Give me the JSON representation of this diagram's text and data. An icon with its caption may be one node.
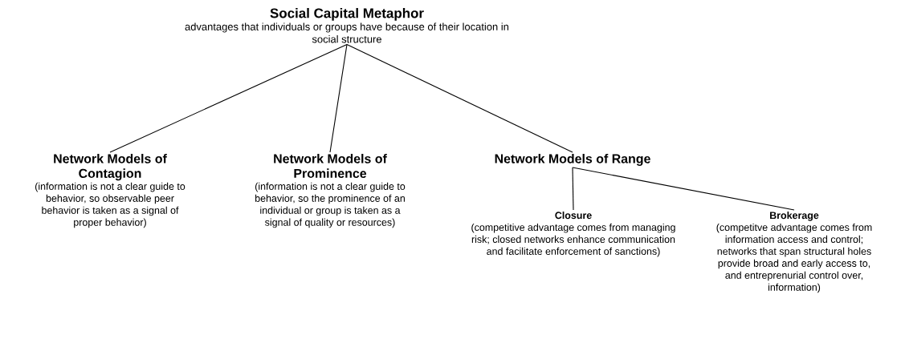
{
  "diagram": {
    "nodes": [
      {
        "text": [
          "Social Capital Metaphor",
          "advantages that individuals or groups have because of their location in social structure"
        ]
      },
      {
        "text": [
          "Network Models of Contagion",
          "(information is not a clear guide to behavior, so observable peer behavior is taken as a signal of proper behavior)"
        ]
      },
      {
        "text": [
          "Network Models of Prominence",
          "(information is not a clear guide to behavior, so the prominence of an individual or group is taken as a signal of quality or resources)"
        ]
      },
      {
        "text": [
          "Network Models of Range"
        ]
      },
      {
        "text": [
          "Closure",
          "(competitive advantage comes from managing risk; closed networks enhance communication and facilitate enforcement of sanctions)"
        ]
      },
      {
        "text": [
          "Brokerage",
          "(competitve advantage comes from information access and control; networks that span structural holes provide broad and early access to, and entreprenurial control over, information)"
        ]
      }
    ],
    "edges": [
      {
        "from": 0,
        "to": 1,
        "arrow": "none"
      },
      {
        "from": 0,
        "to": 2,
        "arrow": "none"
      },
      {
        "from": 0,
        "to": 3,
        "arrow": "none"
      },
      {
        "from": 3,
        "to": 4,
        "arrow": "none"
      },
      {
        "from": 3,
        "to": 5,
        "arrow": "none"
      }
    ]
  }
}
